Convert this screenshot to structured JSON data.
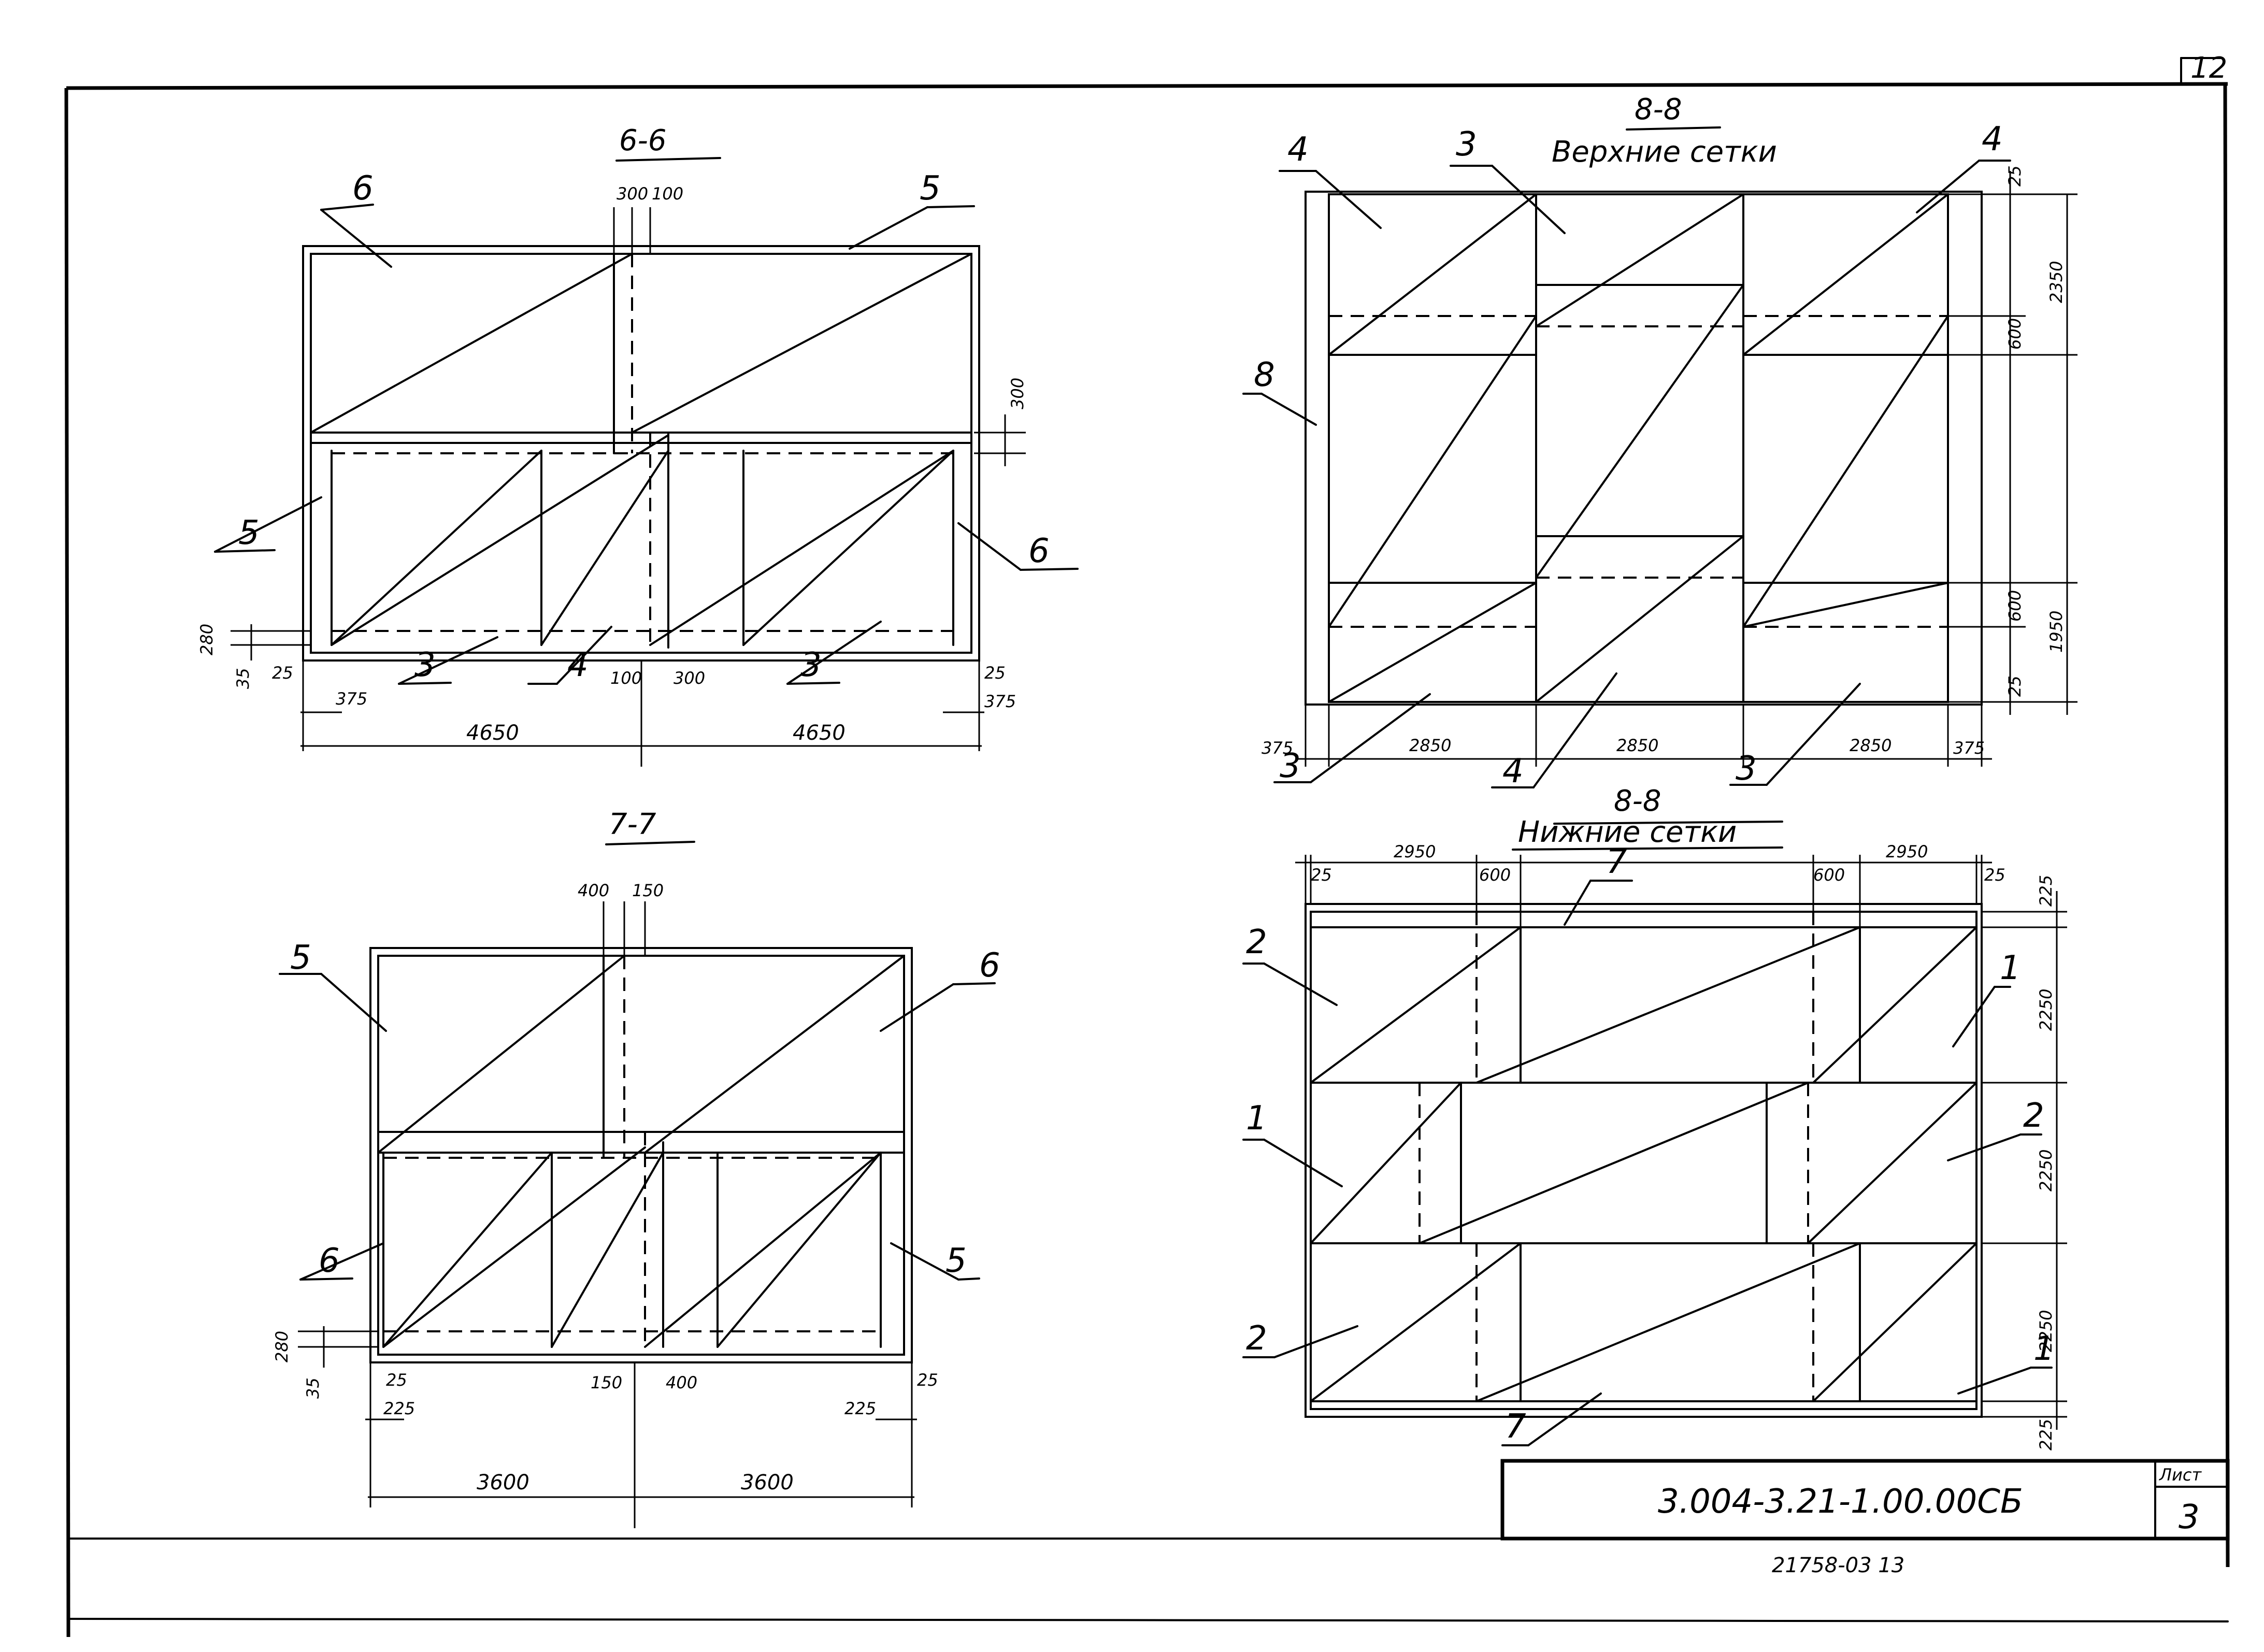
{
  "sheet": {
    "corner_number": "12",
    "code": "3.004-3.21-1.00.00СБ",
    "list_label": "Лист",
    "list_number": "3",
    "footer_number": "21758-03   13"
  },
  "views": {
    "v66": {
      "title": "6-6",
      "labels": [
        "6",
        "5",
        "5",
        "6",
        "3",
        "4",
        "3"
      ],
      "dims": [
        "300",
        "100",
        "300",
        "280",
        "35",
        "25",
        "375",
        "100",
        "300",
        "25",
        "375",
        "4650",
        "4650"
      ]
    },
    "v77": {
      "title": "7-7",
      "labels": [
        "5",
        "6",
        "6",
        "5"
      ],
      "dims": [
        "400",
        "150",
        "280",
        "35",
        "25",
        "225",
        "150",
        "400",
        "225",
        "25",
        "3600",
        "3600"
      ]
    },
    "v88top": {
      "title": "8-8",
      "subtitle": "Верхние сетки",
      "labels": [
        "4",
        "3",
        "4",
        "8",
        "3",
        "4",
        "3"
      ],
      "dims": [
        "25",
        "2350",
        "600",
        "600",
        "1950",
        "25",
        "375",
        "2850",
        "2850",
        "2850",
        "375"
      ]
    },
    "v88bot": {
      "title": "8-8",
      "subtitle": "Нижние сетки",
      "labels": [
        "7",
        "2",
        "1",
        "1",
        "2",
        "2",
        "1",
        "7"
      ],
      "dims": [
        "2950",
        "2950",
        "25",
        "600",
        "600",
        "25",
        "225",
        "2250",
        "2250",
        "2250",
        "225"
      ]
    }
  }
}
